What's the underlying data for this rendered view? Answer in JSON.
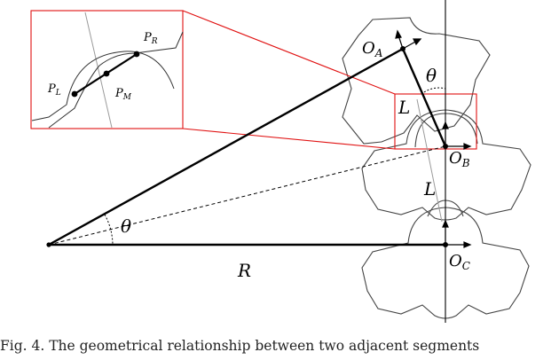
{
  "labels": {
    "O_A": {
      "main": "O",
      "sub": "A"
    },
    "O_B": {
      "main": "O",
      "sub": "B"
    },
    "O_C": {
      "main": "O",
      "sub": "C"
    },
    "P_R": {
      "main": "P",
      "sub": "R"
    },
    "P_L": {
      "main": "P",
      "sub": "L"
    },
    "P_M": {
      "main": "P",
      "sub": "M"
    },
    "theta_top": "θ",
    "theta_left": "θ",
    "L_top": "L",
    "L_bottom": "L",
    "R": "R"
  },
  "caption": "Fig. 4. The geometrical relationship between two adjacent segments",
  "colors": {
    "line": "#000000",
    "callout": "#e01010",
    "outline": "#444444",
    "gray": "#9a9a9a"
  }
}
